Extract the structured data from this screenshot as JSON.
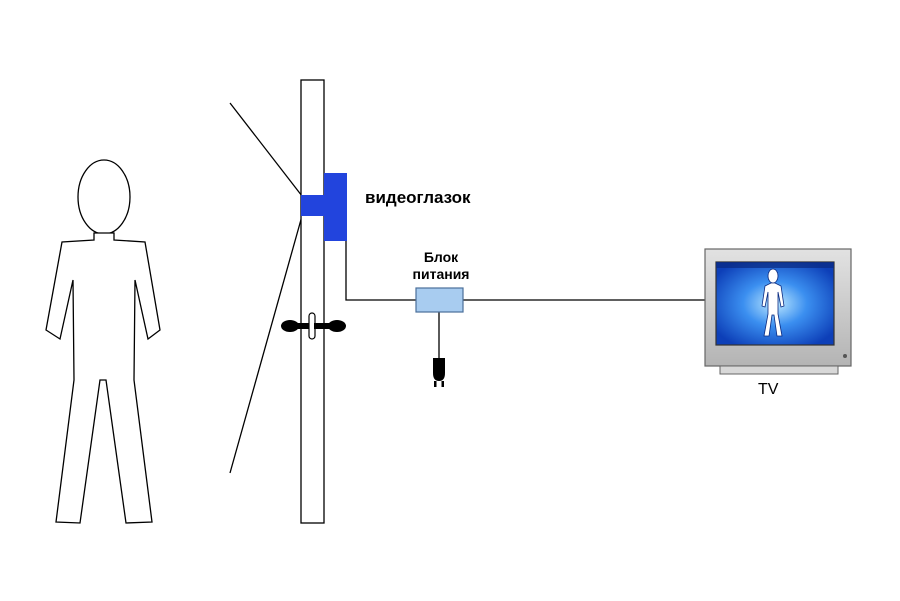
{
  "labels": {
    "peephole": "видеоглазок",
    "power_unit_line1": "Блок",
    "power_unit_line2": "питания",
    "tv": "TV"
  },
  "colors": {
    "outline": "#000000",
    "peephole": "#2244dd",
    "power_unit": "#a8ccf0",
    "tv_frame": "#c8c8c8",
    "tv_screen": "#1a6fe0",
    "tv_glow": "#9fdcff"
  },
  "icons": [
    "person-outline",
    "door",
    "door-handle",
    "peephole-camera",
    "power-unit-box",
    "power-plug",
    "tv-set",
    "tv-person-silhouette"
  ]
}
